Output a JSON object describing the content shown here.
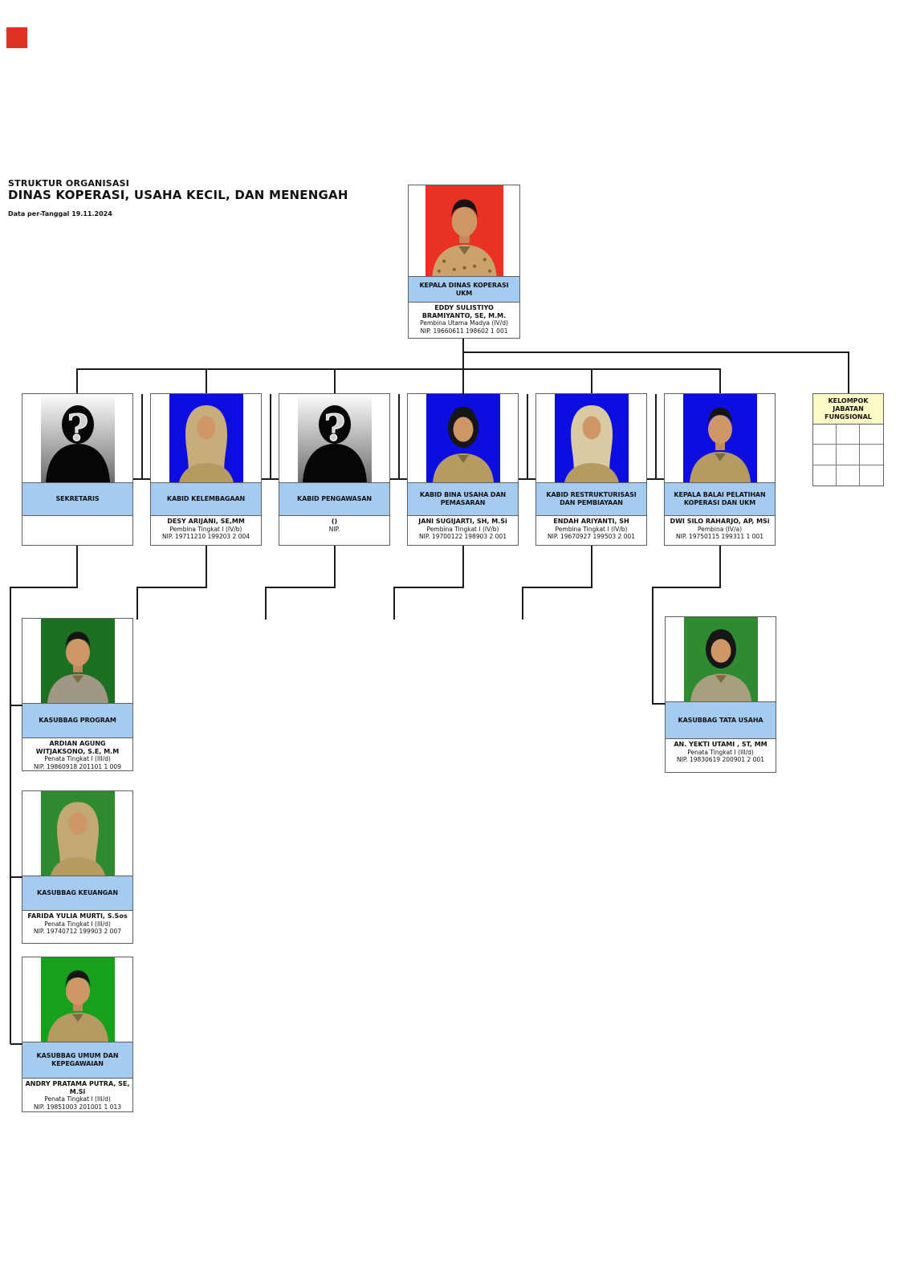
{
  "page": {
    "title_line1": "STRUKTUR ORGANISASI",
    "title_line2": "DINAS KOPERASI, USAHA KECIL, DAN MENENGAH",
    "date_line": "Data per-Tanggal 19.11.2024",
    "corner_marker_color": "#e03126"
  },
  "colors": {
    "title_bar": "#a6cbf1",
    "functional_header": "#fbf9c6",
    "connector": "#1c1c1c"
  },
  "nodes": [
    {
      "id": "kepala-dinas",
      "title": "KEPALA DINAS KOPERASI UKM",
      "name": "EDDY SULISTIYO BRAMIYANTO, SE, M.M.",
      "rank": "Pembina Utama Madya (IV/d)",
      "nip": "NIP. 19660611 198602 1 001",
      "photo": {
        "kind": "man-batik",
        "bg": "#e93222",
        "uniform": "#c9a36b"
      }
    },
    {
      "id": "sekretaris",
      "title": "SEKRETARIS",
      "name": "",
      "rank": "",
      "nip": "",
      "photo": {
        "kind": "unknown",
        "bg": "#9c9c9c",
        "uniform": "#000000"
      }
    },
    {
      "id": "kabid-kelembagaan",
      "title": "KABID KELEMBAGAAN",
      "name": "DESY ARIJANI, SE,MM",
      "rank": "Pembina Tingkat I (IV/b)",
      "nip": "NIP. 19711210 199203 2 004",
      "photo": {
        "kind": "woman-hijab",
        "bg": "#0d0de0",
        "uniform": "#b59a62",
        "hijab": "#c8ad7c"
      }
    },
    {
      "id": "kabid-pengawasan",
      "title": "KABID PENGAWASAN",
      "name": "()",
      "rank": "",
      "nip": "NIP.",
      "photo": {
        "kind": "unknown",
        "bg": "#9c9c9c",
        "uniform": "#000000"
      }
    },
    {
      "id": "kabid-bina-usaha",
      "title": "KABID BINA USAHA DAN PEMASARAN",
      "name": "JANI SUGIJARTI, SH, M.Si",
      "rank": "Pembina Tingkat I (IV/b)",
      "nip": "NIP. 19700122 198903 2 001",
      "photo": {
        "kind": "woman",
        "bg": "#0d0de0",
        "uniform": "#b59a62"
      }
    },
    {
      "id": "kabid-restrukturisasi",
      "title": "KABID RESTRUKTURISASI DAN PEMBIAYAAN",
      "name": "ENDAH ARIYANTI, SH",
      "rank": "Pembina Tingkat I (IV/b)",
      "nip": "NIP. 19670927 199503 2 001",
      "photo": {
        "kind": "woman-hijab",
        "bg": "#0d0de0",
        "uniform": "#b59a62",
        "hijab": "#d9caa2"
      }
    },
    {
      "id": "kepala-balai",
      "title": "KEPALA BALAI PELATIHAN KOPERASI DAN UKM",
      "name": "DWI SILO RAHARJO, AP, MSi",
      "rank": "Pembina (IV/a)",
      "nip": "NIP. 19750115 199311 1 001",
      "photo": {
        "kind": "man",
        "bg": "#0d0de0",
        "uniform": "#b59a62"
      }
    },
    {
      "id": "kasubbag-program",
      "title": "KASUBBAG PROGRAM",
      "name": "ARDIAN AGUNG WITJAKSONO, S.E, M.M",
      "rank": "Penata Tingkat I (III/d)",
      "nip": "NIP. 19860918 201101 1 009",
      "photo": {
        "kind": "man",
        "bg": "#1d6f22",
        "uniform": "#9e9884"
      }
    },
    {
      "id": "kasubbag-keuangan",
      "title": "KASUBBAG KEUANGAN",
      "name": "FARIDA YULIA MURTI, S.Sos",
      "rank": "Penata Tingkat I (III/d)",
      "nip": "NIP. 19740712 199903 2 007",
      "photo": {
        "kind": "woman-hijab",
        "bg": "#2d8a2f",
        "uniform": "#b59a62",
        "hijab": "#c2a873"
      }
    },
    {
      "id": "kasubbag-umum",
      "title": "KASUBBAG UMUM DAN KEPEGAWAIAN",
      "name": "ANDRY PRATAMA PUTRA, SE, M.Si",
      "rank": "Penata Tingkat I (III/d)",
      "nip": "NIP. 19851003 201001 1 013",
      "photo": {
        "kind": "man",
        "bg": "#17a01c",
        "uniform": "#b59a62"
      }
    },
    {
      "id": "kasubbag-tata-usaha",
      "title": "KASUBBAG TATA USAHA",
      "name": "AN. YEKTI UTAMI , ST, MM",
      "rank": "Penata Tingkat I (III/d)",
      "nip": "NIP. 19830619 200901 2 001",
      "photo": {
        "kind": "woman",
        "bg": "#2e8b30",
        "uniform": "#a7a07e"
      }
    }
  ],
  "functional_group": {
    "label": "KELOMPOK JABATAN FUNGSIONAL",
    "grid_rows": 3,
    "grid_cols": 3
  }
}
